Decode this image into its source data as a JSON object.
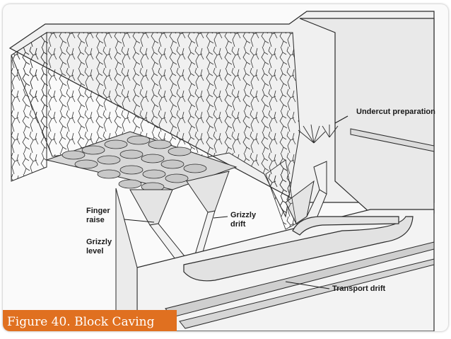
{
  "caption": "Figure 40. Block Caving",
  "labels": {
    "undercut_preparation": "Undercut preparation",
    "finger_raise_line1": "Finger",
    "finger_raise_line2": "raise",
    "grizzly_level_line1": "Grizzly",
    "grizzly_level_line2": "level",
    "grizzly_drift_line1": "Grizzly",
    "grizzly_drift_line2": "drift",
    "transport_drift": "Transport drift"
  },
  "colors": {
    "caption_bg": "#e07020",
    "caption_text": "#ffffff",
    "line": "#2a2a2a",
    "rock_face": "#ececec"
  }
}
